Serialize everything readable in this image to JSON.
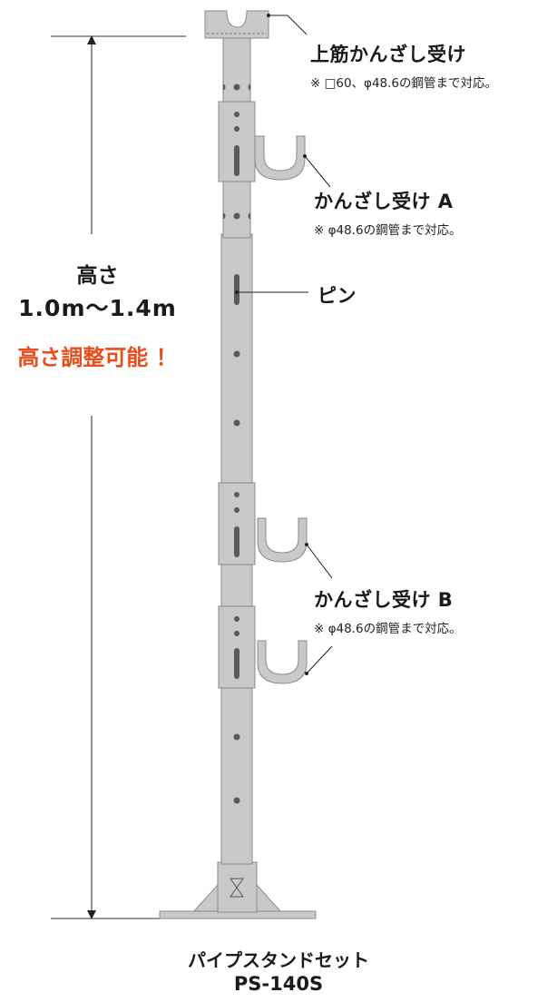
{
  "height": {
    "label": "高さ",
    "range": "1.0m〜1.4m",
    "adjustable": "高さ調整可能 ！"
  },
  "callouts": {
    "top_support": {
      "title": "上筋かんざし受け",
      "note": "※ □60、φ48.6の鋼管まで対応。"
    },
    "support_a": {
      "title": "かんざし受け A",
      "note": "※ φ48.6の鋼管まで対応。"
    },
    "pin": {
      "title": "ピン"
    },
    "support_b": {
      "title": "かんざし受け B",
      "note": "※ φ48.6の鋼管まで対応。"
    }
  },
  "product": {
    "name": "パイプスタンドセット",
    "model": "PS-140S"
  },
  "colors": {
    "pole_fill": "#c9c9c9",
    "pole_stroke": "#8a8a8a",
    "hole": "#5a5a5a",
    "accent": "#e84e1b",
    "text": "#1a1a1a"
  }
}
